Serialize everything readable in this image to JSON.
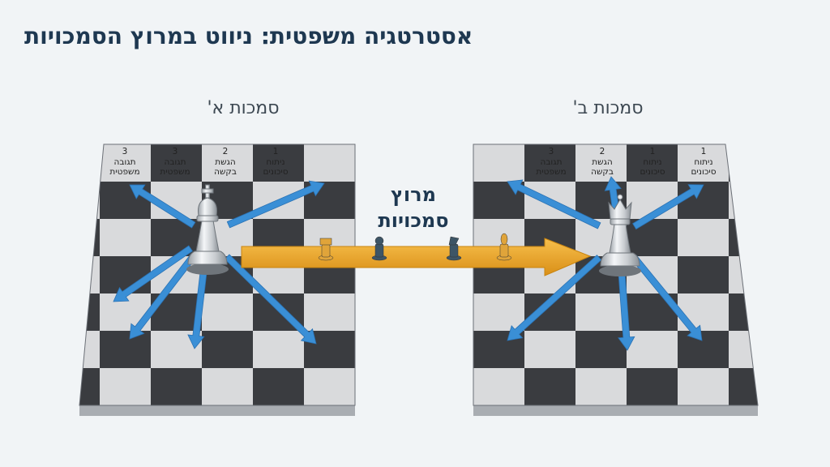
{
  "title": "אסטרטגיה משפטית: ניווט במרוץ הסמכויות",
  "board_a": {
    "label": "סמכות א'",
    "headers": [
      {
        "num": "3",
        "text": "תגובה משפטית"
      },
      {
        "num": "3",
        "text": "תגובה משפטית"
      },
      {
        "num": "2",
        "text": "הגשת בקשה"
      },
      {
        "num": "1",
        "text": "ניתוח סיכונים"
      }
    ]
  },
  "board_b": {
    "label": "סמכות ב'",
    "headers": [
      {
        "num": "3",
        "text": "תגובה משפטית"
      },
      {
        "num": "2",
        "text": "הגשת בקשה"
      },
      {
        "num": "1",
        "text": "ניתוח סיכונים"
      },
      {
        "num": "1",
        "text": "ניתוח סיכונים"
      }
    ]
  },
  "corridor": {
    "label": "מרוץ סמכויות",
    "pieces": [
      "rook",
      "pawn",
      "knight",
      "bishop"
    ]
  },
  "colors": {
    "title": "#1e3851",
    "arrow_blue": "#3a8fd6",
    "race_arrow": "#eda323",
    "dark_square": "#3a3c40",
    "light_square": "#d9dadc",
    "piece_gold": "#e0a43a",
    "piece_slate": "#3d5566"
  }
}
